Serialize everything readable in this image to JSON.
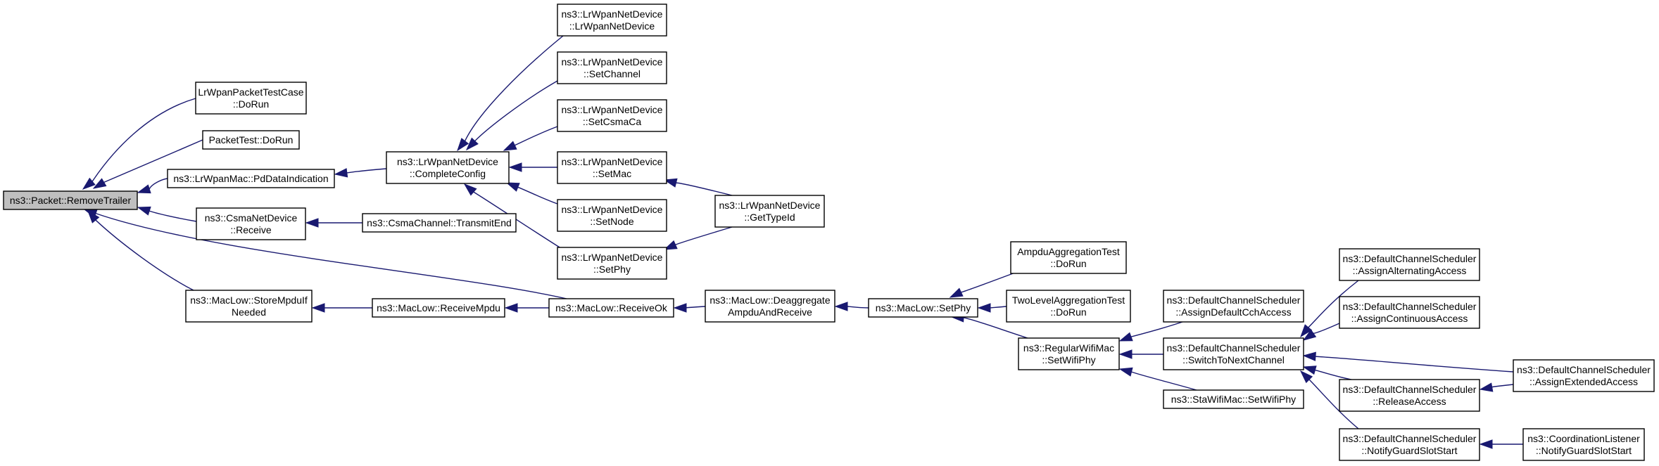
{
  "diagram": {
    "type": "caller-graph",
    "colors": {
      "edge": "#191970",
      "root_fill": "#bfbfbf",
      "node_fill": "#ffffff",
      "node_border": "#000000"
    },
    "nodes": [
      {
        "id": "remove_trailer",
        "lines": [
          "ns3::Packet::RemoveTrailer"
        ],
        "root": true
      },
      {
        "id": "lrwpan_packet_test",
        "lines": [
          "LrWpanPacketTestCase",
          "::DoRun"
        ]
      },
      {
        "id": "packet_test",
        "lines": [
          "PacketTest::DoRun"
        ]
      },
      {
        "id": "pd_data_indication",
        "lines": [
          "ns3::LrWpanMac::PdDataIndication"
        ]
      },
      {
        "id": "csma_receive",
        "lines": [
          "ns3::CsmaNetDevice",
          "::Receive"
        ]
      },
      {
        "id": "store_mpdu",
        "lines": [
          "ns3::MacLow::StoreMpduIf",
          "Needed"
        ]
      },
      {
        "id": "complete_config",
        "lines": [
          "ns3::LrWpanNetDevice",
          "::CompleteConfig"
        ]
      },
      {
        "id": "transmit_end",
        "lines": [
          "ns3::CsmaChannel::TransmitEnd"
        ]
      },
      {
        "id": "receive_mpdu",
        "lines": [
          "ns3::MacLow::ReceiveMpdu"
        ]
      },
      {
        "id": "lrwpan_ctor",
        "lines": [
          "ns3::LrWpanNetDevice",
          "::LrWpanNetDevice"
        ]
      },
      {
        "id": "set_channel",
        "lines": [
          "ns3::LrWpanNetDevice",
          "::SetChannel"
        ]
      },
      {
        "id": "set_csma_ca",
        "lines": [
          "ns3::LrWpanNetDevice",
          "::SetCsmaCa"
        ]
      },
      {
        "id": "set_mac",
        "lines": [
          "ns3::LrWpanNetDevice",
          "::SetMac"
        ]
      },
      {
        "id": "set_node",
        "lines": [
          "ns3::LrWpanNetDevice",
          "::SetNode"
        ]
      },
      {
        "id": "lrwpan_set_phy",
        "lines": [
          "ns3::LrWpanNetDevice",
          "::SetPhy"
        ]
      },
      {
        "id": "receive_ok",
        "lines": [
          "ns3::MacLow::ReceiveOk"
        ]
      },
      {
        "id": "get_type_id",
        "lines": [
          "ns3::LrWpanNetDevice",
          "::GetTypeId"
        ]
      },
      {
        "id": "deaggregate",
        "lines": [
          "ns3::MacLow::Deaggregate",
          "AmpduAndReceive"
        ]
      },
      {
        "id": "maclow_set_phy",
        "lines": [
          "ns3::MacLow::SetPhy"
        ]
      },
      {
        "id": "ampdu_test",
        "lines": [
          "AmpduAggregationTest",
          "::DoRun"
        ]
      },
      {
        "id": "two_level_test",
        "lines": [
          "TwoLevelAggregationTest",
          "::DoRun"
        ]
      },
      {
        "id": "regular_set_wifi_phy",
        "lines": [
          "ns3::RegularWifiMac",
          "::SetWifiPhy"
        ]
      },
      {
        "id": "assign_default_cch",
        "lines": [
          "ns3::DefaultChannelScheduler",
          "::AssignDefaultCchAccess"
        ]
      },
      {
        "id": "switch_next_channel",
        "lines": [
          "ns3::DefaultChannelScheduler",
          "::SwitchToNextChannel"
        ]
      },
      {
        "id": "sta_set_wifi_phy",
        "lines": [
          "ns3::StaWifiMac::SetWifiPhy"
        ]
      },
      {
        "id": "assign_alternating",
        "lines": [
          "ns3::DefaultChannelScheduler",
          "::AssignAlternatingAccess"
        ]
      },
      {
        "id": "assign_continuous",
        "lines": [
          "ns3::DefaultChannelScheduler",
          "::AssignContinuousAccess"
        ]
      },
      {
        "id": "release_access",
        "lines": [
          "ns3::DefaultChannelScheduler",
          "::ReleaseAccess"
        ]
      },
      {
        "id": "notify_guard_slot_sched",
        "lines": [
          "ns3::DefaultChannelScheduler",
          "::NotifyGuardSlotStart"
        ]
      },
      {
        "id": "assign_extended",
        "lines": [
          "ns3::DefaultChannelScheduler",
          "::AssignExtendedAccess"
        ]
      },
      {
        "id": "notify_guard_slot_listener",
        "lines": [
          "ns3::CoordinationListener",
          "::NotifyGuardSlotStart"
        ]
      }
    ],
    "edges": [
      {
        "from": "lrwpan_packet_test",
        "to": "remove_trailer"
      },
      {
        "from": "packet_test",
        "to": "remove_trailer"
      },
      {
        "from": "pd_data_indication",
        "to": "remove_trailer"
      },
      {
        "from": "csma_receive",
        "to": "remove_trailer"
      },
      {
        "from": "store_mpdu",
        "to": "remove_trailer"
      },
      {
        "from": "receive_ok",
        "to": "remove_trailer"
      },
      {
        "from": "complete_config",
        "to": "pd_data_indication"
      },
      {
        "from": "transmit_end",
        "to": "csma_receive"
      },
      {
        "from": "receive_mpdu",
        "to": "store_mpdu"
      },
      {
        "from": "lrwpan_ctor",
        "to": "complete_config"
      },
      {
        "from": "set_channel",
        "to": "complete_config"
      },
      {
        "from": "set_csma_ca",
        "to": "complete_config"
      },
      {
        "from": "set_mac",
        "to": "complete_config"
      },
      {
        "from": "set_node",
        "to": "complete_config"
      },
      {
        "from": "lrwpan_set_phy",
        "to": "complete_config"
      },
      {
        "from": "get_type_id",
        "to": "set_mac"
      },
      {
        "from": "get_type_id",
        "to": "lrwpan_set_phy"
      },
      {
        "from": "receive_ok",
        "to": "receive_mpdu"
      },
      {
        "from": "deaggregate",
        "to": "receive_ok"
      },
      {
        "from": "maclow_set_phy",
        "to": "deaggregate"
      },
      {
        "from": "ampdu_test",
        "to": "maclow_set_phy"
      },
      {
        "from": "two_level_test",
        "to": "maclow_set_phy"
      },
      {
        "from": "regular_set_wifi_phy",
        "to": "maclow_set_phy"
      },
      {
        "from": "assign_default_cch",
        "to": "regular_set_wifi_phy"
      },
      {
        "from": "switch_next_channel",
        "to": "regular_set_wifi_phy"
      },
      {
        "from": "sta_set_wifi_phy",
        "to": "regular_set_wifi_phy"
      },
      {
        "from": "assign_alternating",
        "to": "switch_next_channel"
      },
      {
        "from": "assign_continuous",
        "to": "switch_next_channel"
      },
      {
        "from": "assign_extended",
        "to": "switch_next_channel"
      },
      {
        "from": "release_access",
        "to": "switch_next_channel"
      },
      {
        "from": "notify_guard_slot_sched",
        "to": "switch_next_channel"
      },
      {
        "from": "assign_extended",
        "to": "release_access"
      },
      {
        "from": "notify_guard_slot_listener",
        "to": "notify_guard_slot_sched"
      }
    ]
  }
}
